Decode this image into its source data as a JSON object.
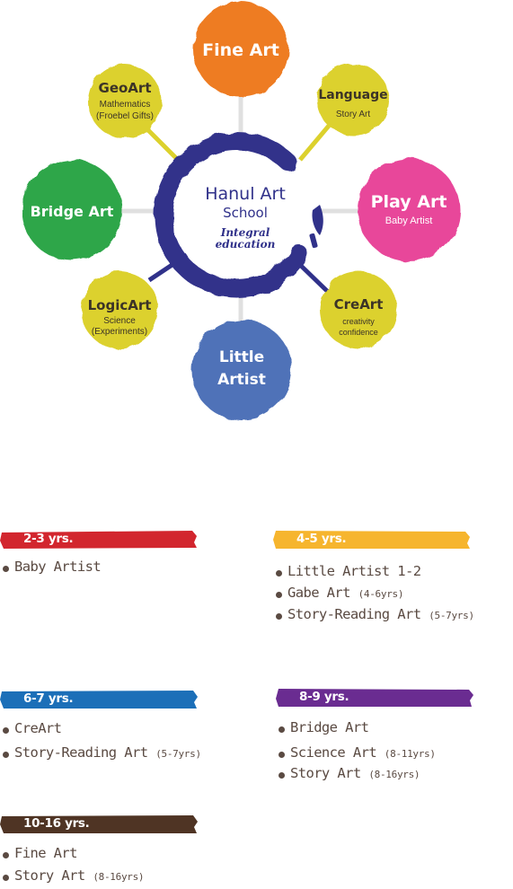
{
  "center": {
    "line1": "Hanul Art",
    "line2": "School",
    "line3": "Integral",
    "line4": "education"
  },
  "nodes": [
    {
      "id": "fine-art",
      "title": "Fine Art",
      "sub": "",
      "color": "#ee7b22"
    },
    {
      "id": "geoart",
      "title": "GeoArt",
      "sub1": "Mathematics",
      "sub2": "(Froebel Gifts)",
      "color": "#dcd12d"
    },
    {
      "id": "language",
      "title": "Language",
      "sub1": "Story Art",
      "color": "#dcd12d"
    },
    {
      "id": "bridge-art",
      "title": "Bridge Art",
      "color": "#2ea64a"
    },
    {
      "id": "play-art",
      "title": "Play Art",
      "sub1": "Baby Artist",
      "color": "#e8479a"
    },
    {
      "id": "logicart",
      "title": "LogicArt",
      "sub1": "Science",
      "sub2": "(Experiments)",
      "color": "#dcd12d"
    },
    {
      "id": "creart",
      "title": "CreArt",
      "sub1": "creativity",
      "sub2": "confidence",
      "color": "#dcd12d"
    },
    {
      "id": "little-artist",
      "title1": "Little",
      "title2": "Artist",
      "color": "#4f72b8"
    }
  ],
  "colors": {
    "ring": "#30318a",
    "connector": "#e0e0e0"
  },
  "age_groups": [
    {
      "label": "2-3 yrs.",
      "color": "#d2262e",
      "items": [
        {
          "text": "Baby Artist",
          "note": ""
        }
      ]
    },
    {
      "label": "4-5 yrs.",
      "color": "#f6b52e",
      "items": [
        {
          "text": "Little Artist 1-2",
          "note": ""
        },
        {
          "text": "Gabe Art ",
          "note": "(4-6yrs)"
        },
        {
          "text": "Story-Reading Art ",
          "note": "(5-7yrs)"
        }
      ]
    },
    {
      "label": "6-7 yrs.",
      "color": "#1c6fb8",
      "items": [
        {
          "text": "CreArt",
          "note": ""
        },
        {
          "text": "Story-Reading Art ",
          "note": "(5-7yrs)"
        }
      ]
    },
    {
      "label": "8-9 yrs.",
      "color": "#6a2c91",
      "items": [
        {
          "text": "Bridge Art",
          "note": ""
        },
        {
          "text": "Science Art ",
          "note": "(8-11yrs)"
        },
        {
          "text": "Story Art ",
          "note": "(8-16yrs)"
        }
      ]
    },
    {
      "label": "10-16 yrs.",
      "color": "#4f3424",
      "items": [
        {
          "text": "Fine Art",
          "note": ""
        },
        {
          "text": "Story Art ",
          "note": "(8-16yrs)"
        }
      ]
    }
  ]
}
